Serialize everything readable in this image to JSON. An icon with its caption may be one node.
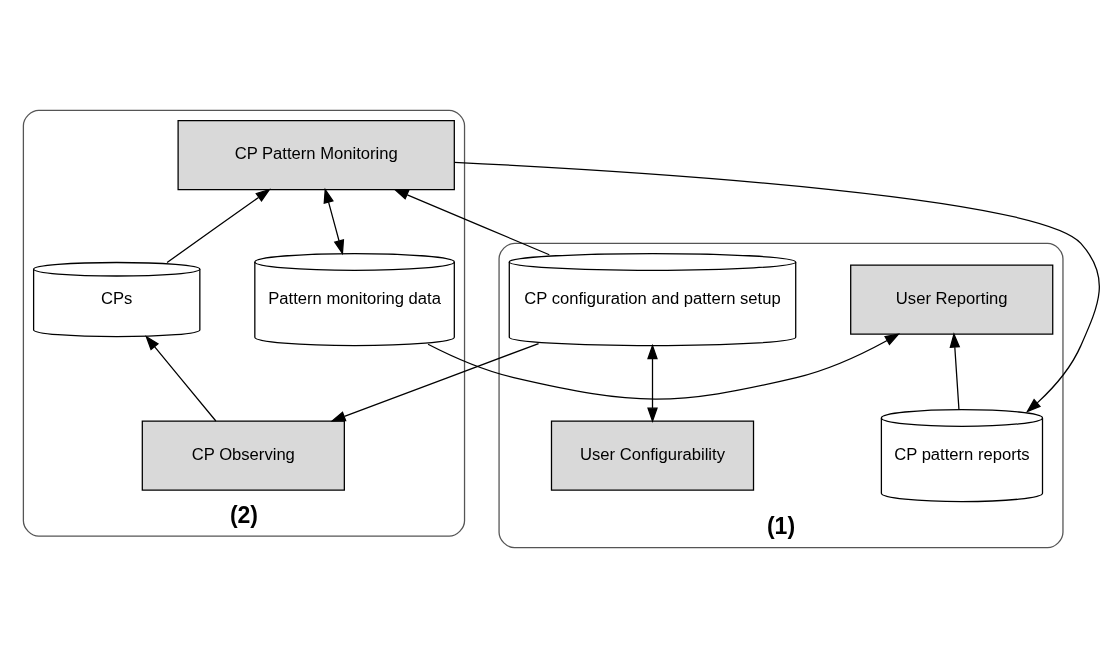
{
  "diagram": {
    "nodes": [
      {
        "text": [
          "(1)"
        ]
      },
      {
        "text": [
          "User Reporting"
        ],
        "in": 0
      },
      {
        "text": [
          "CP pattern reports"
        ],
        "in": 0
      },
      {
        "text": [
          "User Configurability"
        ],
        "in": 0
      },
      {
        "text": [
          "CP configuration and pattern setup"
        ],
        "in": 0
      },
      {
        "text": [
          "(2)"
        ]
      },
      {
        "text": [
          "Pattern monitoring data"
        ],
        "in": 5
      },
      {
        "text": [
          "CP Pattern Monitoring"
        ],
        "in": 5
      },
      {
        "text": [
          "CPs"
        ],
        "in": 5
      },
      {
        "text": [
          "CP Observing"
        ],
        "in": 5
      }
    ],
    "edges": [
      {
        "from": 6,
        "to": 1,
        "arrow": "to"
      },
      {
        "from": 2,
        "to": 1,
        "arrow": "to"
      },
      {
        "from": 6,
        "to": 7,
        "arrow": "both"
      },
      {
        "from": 7,
        "to": 2,
        "arrow": "to"
      },
      {
        "from": 8,
        "to": 7,
        "arrow": "to"
      },
      {
        "from": 4,
        "to": 7,
        "arrow": "to"
      },
      {
        "from": 3,
        "to": 4,
        "arrow": "both"
      },
      {
        "from": 4,
        "to": 9,
        "arrow": "to"
      },
      {
        "from": 9,
        "to": 8,
        "arrow": "to"
      }
    ]
  }
}
